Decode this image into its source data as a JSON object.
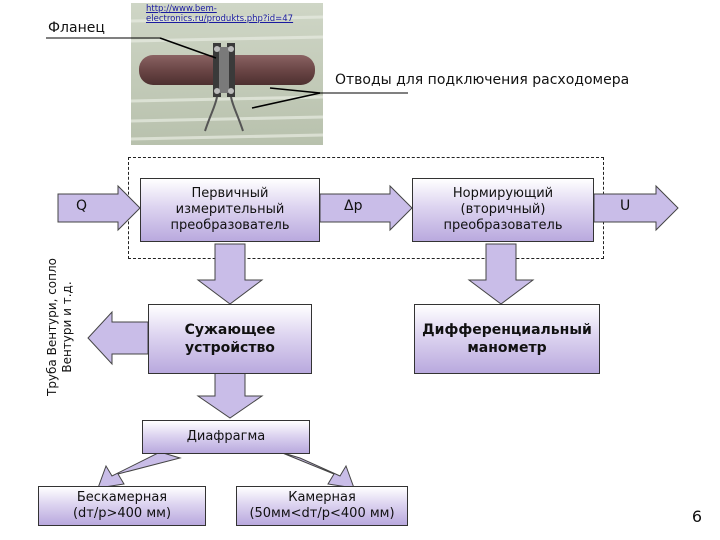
{
  "labels": {
    "flange": "Фланец",
    "url": "http://www.bem-electronics.ru/produkts.php?id=47",
    "taps": "Отводы для подключения расходомера",
    "q": "Q",
    "dp": "Δp",
    "u": "U",
    "side": "Труба Вентури, сопло\nВентури и т.д.",
    "page": "6"
  },
  "boxes": {
    "primary": "Первичный\nизмерительный\nпреобразователь",
    "normalizing": "Нормирующий\n(вторичный)\nпреобразователь",
    "restriction": "Сужающее\nустройство",
    "diff_manometer": "Дифференциальный\nманометр",
    "diaphragm": "Диафрагма",
    "chamberless": "Бескамерная\n(dт/p>400 мм)",
    "chamber": "Камерная\n(50мм<dт/p<400 мм)"
  },
  "colors": {
    "box_fill_top": "#ffffff",
    "box_fill_bottom": "#b9a9de",
    "arrow_fill": "#c9bde8",
    "pipe": "#6b4a4a"
  }
}
